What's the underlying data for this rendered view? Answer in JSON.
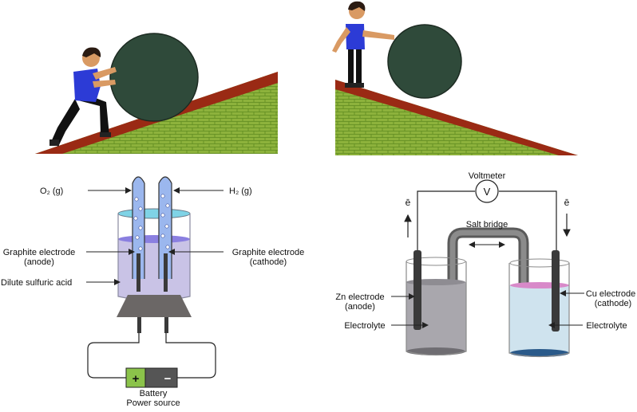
{
  "panels": {
    "electrolysis": {
      "gas_left": "O₂ (g)",
      "gas_right": "H₂ (g)",
      "anode_label": [
        "Graphite electrode",
        "(anode)"
      ],
      "cathode_label": [
        "Graphite electrode",
        "(cathode)"
      ],
      "acid_label": "Dilute sulfuric acid",
      "battery_label": [
        "Battery",
        "Power source"
      ],
      "plus": "+",
      "minus": "−"
    },
    "galvanic": {
      "voltmeter_label": "Voltmeter",
      "voltmeter_symbol": "V",
      "electron_symbol": "ē",
      "salt_bridge_label": "Salt bridge",
      "zn_label": [
        "Zn electrode",
        "(anode)"
      ],
      "cu_label": [
        "Cu electrode",
        "(cathode)"
      ],
      "electrolyte_label": "Electrolyte"
    }
  },
  "colors": {
    "ball": "#2f4a3a",
    "grass": "#8db23c",
    "slope_top": "#9a2a14",
    "shirt": "#2c3bd6",
    "acid": "#c9c3e6",
    "water_top": "#7fd3e6",
    "zn_solution": "#a9a7ad",
    "cu_solution": "#cfe3ee",
    "cu_surface": "#d889c9",
    "battery_plus": "#8bc34a",
    "battery_body": "#555555"
  }
}
